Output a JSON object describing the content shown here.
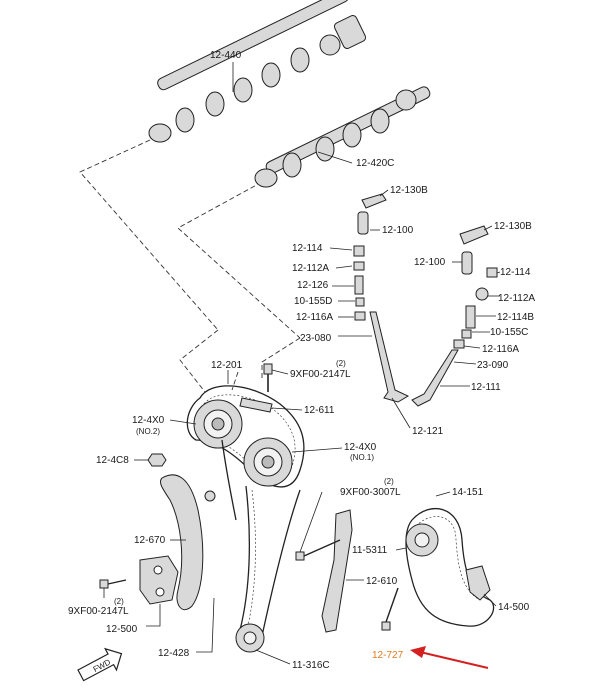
{
  "labels": {
    "l_12_440": "12-440",
    "l_12_420c": "12-420C",
    "l_12_130b_a": "12-130B",
    "l_12_100_a": "12-100",
    "l_12_130b_b": "12-130B",
    "l_12_100_b": "12-100",
    "l_12_114_a": "12-114",
    "l_12_112a_a": "12-112A",
    "l_12_126": "12-126",
    "l_10_155d": "10-155D",
    "l_12_116a_a": "12-116A",
    "l_23_080": "23-080",
    "l_12_114_b": "12-114",
    "l_12_112a_b": "12-112A",
    "l_12_114b": "12-114B",
    "l_10_155c": "10-155C",
    "l_12_116a_b": "12-116A",
    "l_23_090": "23-090",
    "l_12_111": "12-111",
    "l_12_121": "12-121",
    "l_12_201": "12-201",
    "l_qty2_a": "(2)",
    "l_9xf00_2147l_a": "9XF00-2147L",
    "l_12_611": "12-611",
    "l_12_4x0_a": "12-4X0",
    "l_no2": "(NO.2)",
    "l_12_4x0_b": "12-4X0",
    "l_no1": "(NO.1)",
    "l_12_4c8": "12-4C8",
    "l_qty2_b": "(2)",
    "l_9xf00_3007l": "9XF00-3007L",
    "l_14_151": "14-151",
    "l_12_670": "12-670",
    "l_11_5311": "11-5311",
    "l_12_610": "12-610",
    "l_qty2_c": "(2)",
    "l_9xf00_2147l_b": "9XF00-2147L",
    "l_12_500": "12-500",
    "l_14_500": "14-500",
    "l_12_428": "12-428",
    "l_12_727": "12-727",
    "l_11_316c": "11-316C",
    "fwd": "FWD"
  },
  "colors": {
    "line": "#222222",
    "part_fill": "#d9d9d9",
    "highlight_label": "#e07a1f",
    "pointer_arrow": "#d42020"
  },
  "icons": {
    "forward": "fwd-arrow-icon",
    "pointer": "red-arrow-icon"
  }
}
